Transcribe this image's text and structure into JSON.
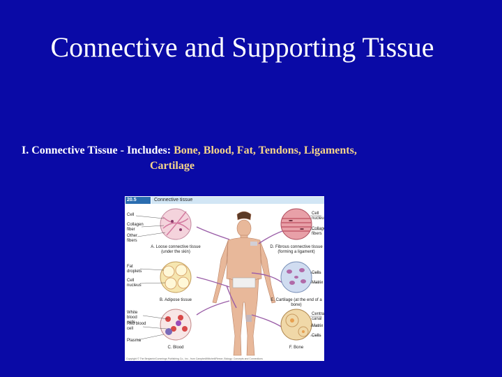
{
  "slide": {
    "title": "Connective and Supporting Tissue",
    "bullet_prefix": "I. Connective Tissue - Includes: ",
    "bullet_highlight_1": "Bone, Blood, Fat, Tendons, Ligaments,",
    "bullet_highlight_2": "Cartilage"
  },
  "figure": {
    "number": "20.5",
    "header": "Connective tissue",
    "labels_left": {
      "cell": "Cell",
      "collagen_fiber": "Collagen fiber",
      "other_fibers": "Other fibers",
      "fat_droplets": "Fat droplets",
      "cell_nucleus": "Cell nucleus",
      "white_blood_cells": "White blood cells",
      "red_blood_cell": "Red blood cell",
      "plasma": "Plasma"
    },
    "labels_right": {
      "cell_nucleus": "Cell nucleus",
      "collagen_fibers": "Collagen fibers",
      "cells": "Cells",
      "matrix": "Matrix",
      "central_canal": "Central canal",
      "matrix2": "Matrix",
      "cells2": "Cells"
    },
    "captions": {
      "a": "A. Loose connective tissue (under the skin)",
      "b": "B. Adipose tissue",
      "c": "C. Blood",
      "d": "D. Fibrous connective tissue (forming a ligament)",
      "e": "E. Cartilage (at the end of a bone)",
      "f": "F. Bone"
    },
    "credit": "Copyright © The Benjamin/Cummings Publishing Co., Inc., from Campbell/Mitchell/Reece, Biology: Concepts and Connections"
  },
  "colors": {
    "background": "#0a0aa6",
    "title": "#ffffff",
    "highlight": "#f5d58a"
  }
}
